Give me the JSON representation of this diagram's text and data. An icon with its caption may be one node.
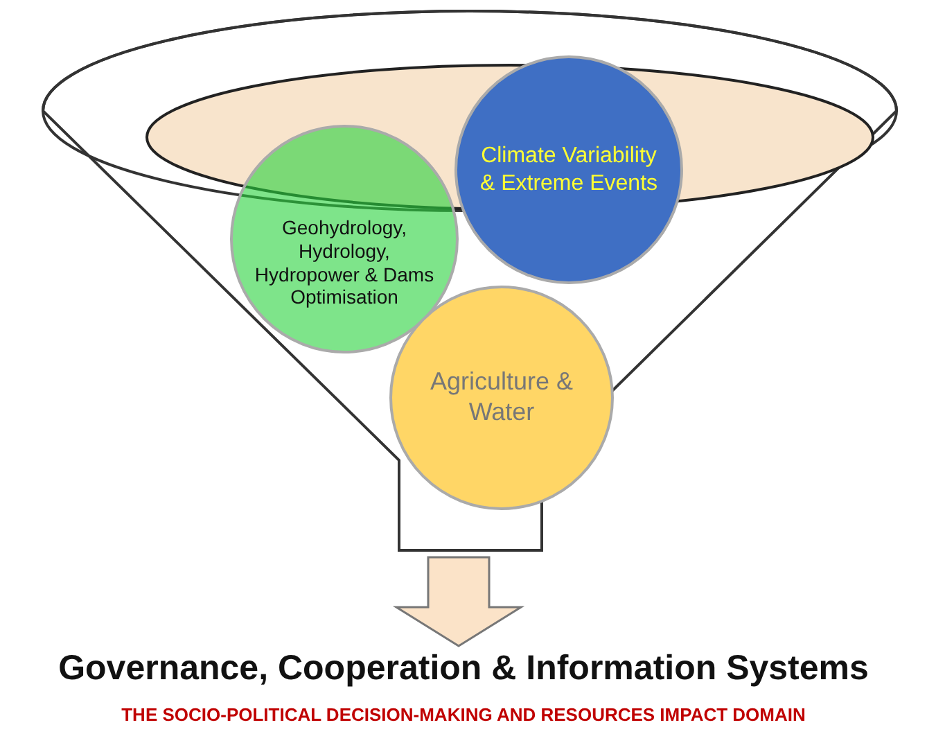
{
  "diagram": {
    "nodes": [
      {
        "text": [],
        "shape": "funnel"
      },
      {
        "text": [
          "Geohydrology, Hydrology, Hydropower & Dams Optimisation"
        ],
        "in": 0
      },
      {
        "text": [
          "Climate Variability & Extreme Events"
        ],
        "in": 0
      },
      {
        "text": [
          "Agriculture & Water"
        ],
        "in": 0
      },
      {
        "text": [
          "Governance, Cooperation & Information Systems"
        ],
        "beside": [
          "THE SOCIO-POLITICAL DECISION-MAKING AND RESOURCES IMPACT DOMAIN"
        ]
      }
    ],
    "edges": [
      {
        "from": 0,
        "to": 4,
        "arrow": "to"
      }
    ]
  }
}
